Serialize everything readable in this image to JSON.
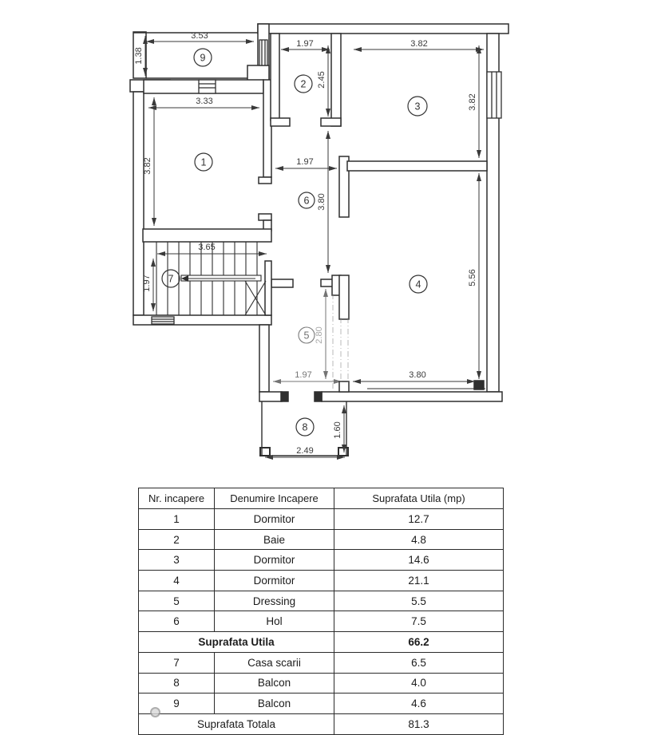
{
  "plan": {
    "rooms": [
      {
        "number": "1"
      },
      {
        "number": "2"
      },
      {
        "number": "3"
      },
      {
        "number": "4"
      },
      {
        "number": "5"
      },
      {
        "number": "6"
      },
      {
        "number": "7"
      },
      {
        "number": "8"
      },
      {
        "number": "9"
      }
    ],
    "dims": [
      {
        "label": "3.53"
      },
      {
        "label": "1.38"
      },
      {
        "label": "1.97"
      },
      {
        "label": "2.45"
      },
      {
        "label": "3.82"
      },
      {
        "label": "3.82"
      },
      {
        "label": "3.33"
      },
      {
        "label": "3.82"
      },
      {
        "label": "1.97"
      },
      {
        "label": "3.80"
      },
      {
        "label": "3.65"
      },
      {
        "label": "1.97"
      },
      {
        "label": "5.56"
      },
      {
        "label": "2.80"
      },
      {
        "label": "1.97"
      },
      {
        "label": "3.80"
      },
      {
        "label": "1.60"
      },
      {
        "label": "2.49"
      }
    ]
  },
  "table": {
    "headers": [
      "Nr. incapere",
      "Denumire Incapere",
      "Suprafata Utila (mp)"
    ],
    "rows": [
      {
        "nr": "1",
        "name": "Dormitor",
        "area": "12.7"
      },
      {
        "nr": "2",
        "name": "Baie",
        "area": "4.8"
      },
      {
        "nr": "3",
        "name": "Dormitor",
        "area": "14.6"
      },
      {
        "nr": "4",
        "name": "Dormitor",
        "area": "21.1"
      },
      {
        "nr": "5",
        "name": "Dressing",
        "area": "5.5"
      },
      {
        "nr": "6",
        "name": "Hol",
        "area": "7.5"
      },
      {
        "label": "Suprafata Utila",
        "area": "66.2"
      },
      {
        "nr": "7",
        "name": "Casa scarii",
        "area": "6.5"
      },
      {
        "nr": "8",
        "name": "Balcon",
        "area": "4.0"
      },
      {
        "nr": "9",
        "name": "Balcon",
        "area": "4.6"
      },
      {
        "label": "Suprafata Totala",
        "area": "81.3"
      }
    ]
  },
  "colors": {
    "line": "#2f2f2f",
    "dim": "#3a3a3a",
    "faded": "#8a8a8a"
  }
}
